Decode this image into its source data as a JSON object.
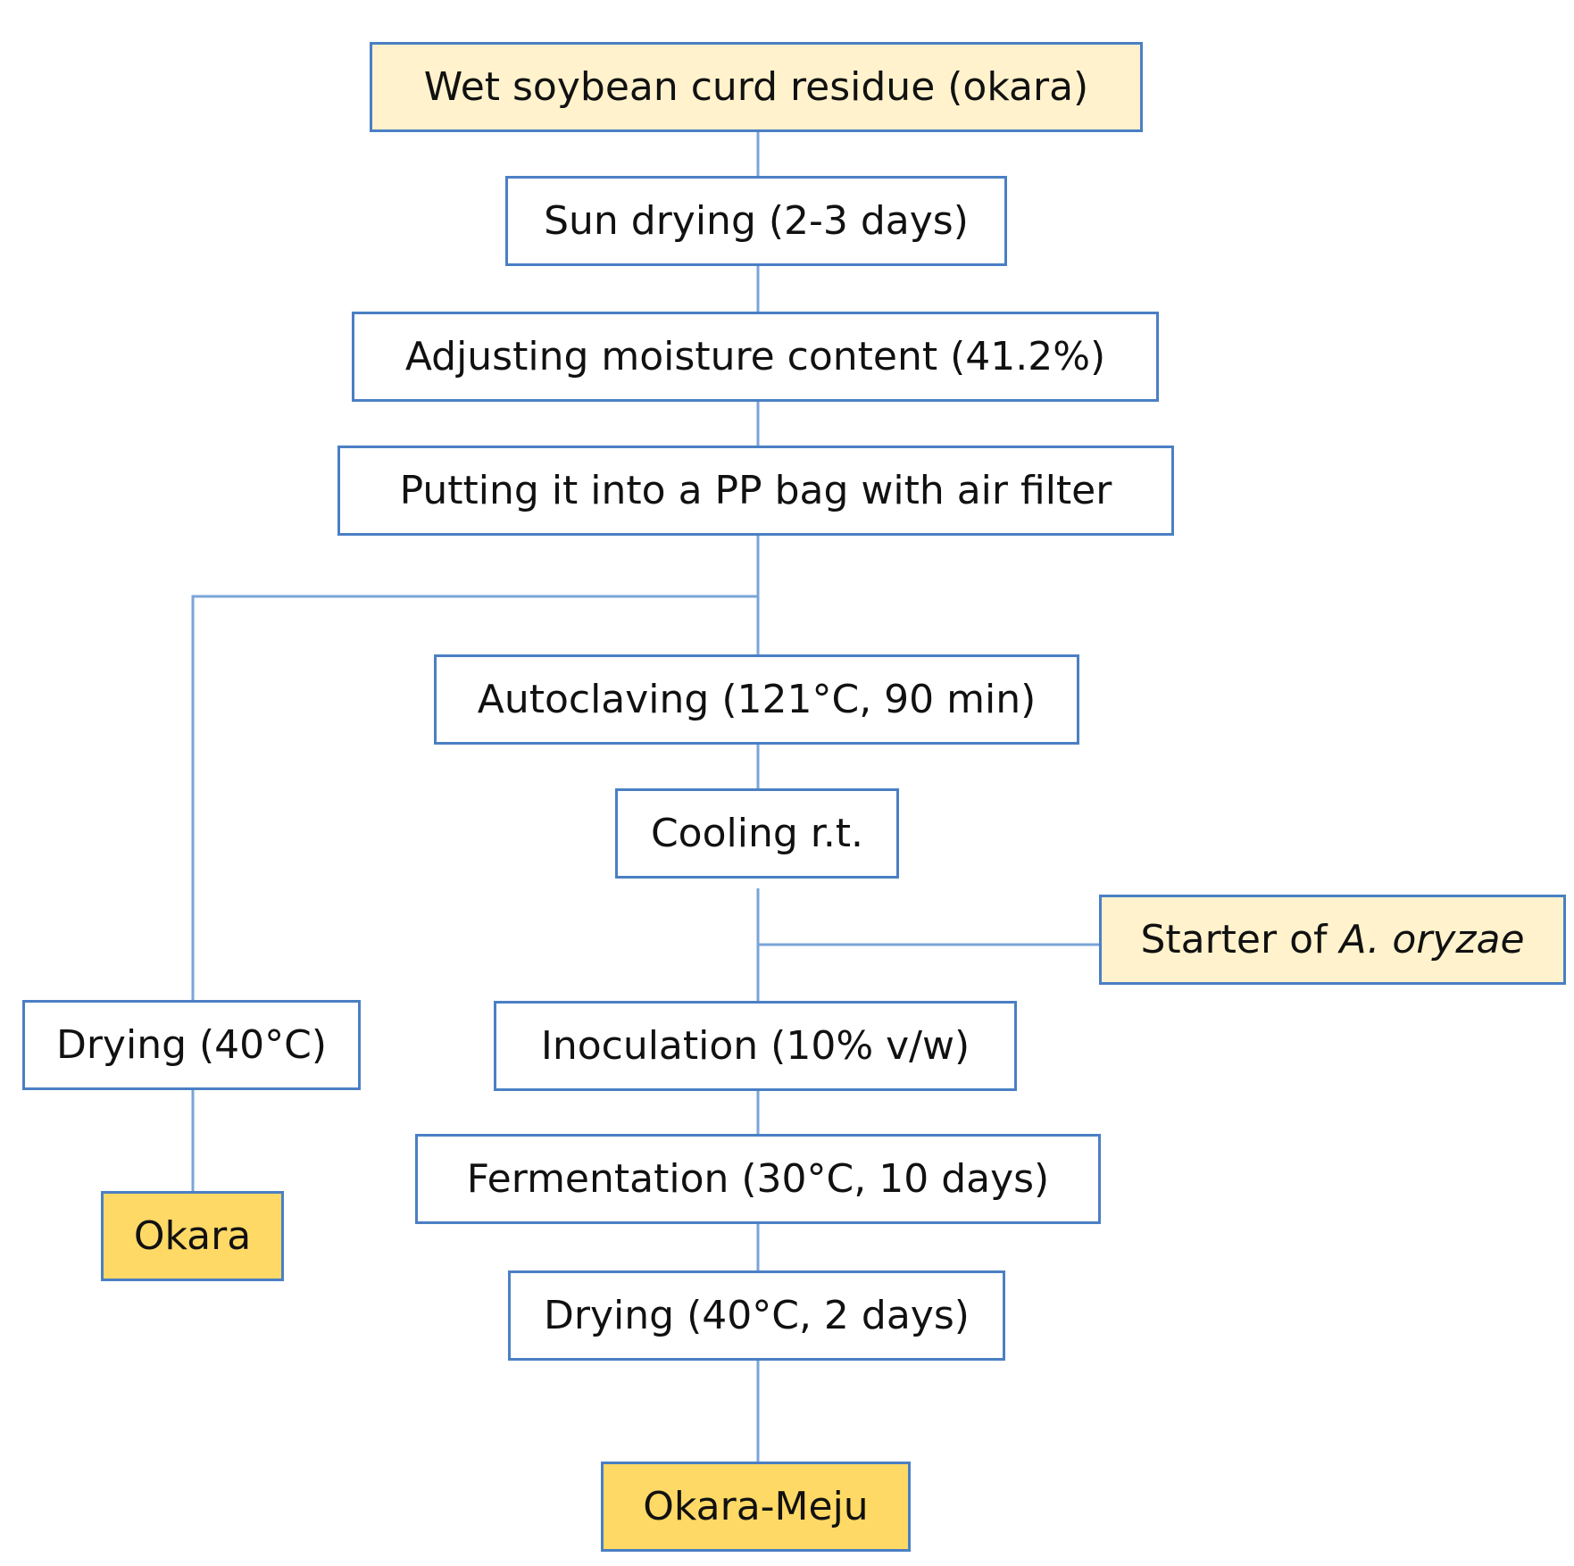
{
  "steps": {
    "wet": "Wet soybean curd residue (okara)",
    "sun": "Sun drying (2-3 days)",
    "adjust": "Adjusting moisture content (41.2%)",
    "bag": "Putting it into a PP bag with air filter",
    "auto": "Autoclaving (121°C, 90 min)",
    "cool": "Cooling r.t.",
    "starter_prefix": "Starter of ",
    "starter_species": "A. oryzae",
    "inoc": "Inoculation (10% v/w)",
    "ferm": "Fermentation (30°C, 10 days)",
    "dry2": "Drying (40°C, 2 days)",
    "final": "Okara-Meju",
    "dry1": "Drying (40°C)",
    "okara": "Okara"
  },
  "colors": {
    "border": "#4a7fc4",
    "line": "#7aa5d8",
    "input_fill": "#fff2cc",
    "output_fill": "#ffd966"
  }
}
